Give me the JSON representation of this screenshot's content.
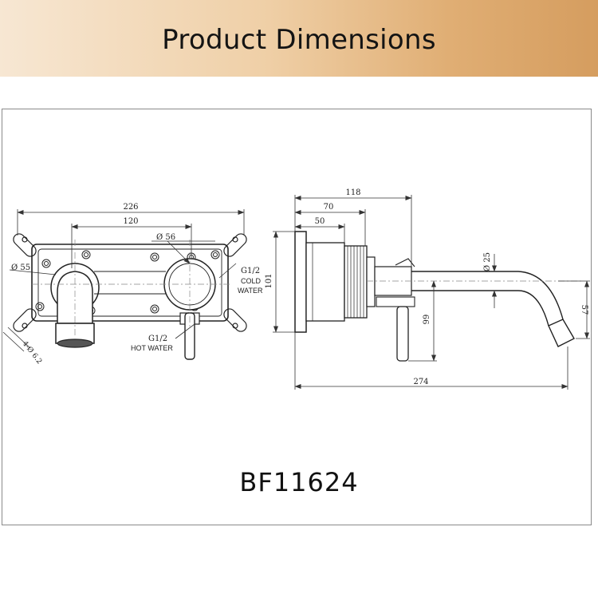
{
  "header": {
    "title": "Product Dimensions"
  },
  "front_view": {
    "dim_overall_width": "226",
    "dim_hole_spacing": "120",
    "dim_outlet_diameter": "Ø 56",
    "dim_spout_diameter": "Ø 55",
    "dim_hole": "4-Ø 6.2",
    "cold_thread": "G1/2",
    "cold_label_line1": "COLD",
    "cold_label_line2": "WATER",
    "hot_thread": "G1/2",
    "hot_label": "HOT WATER"
  },
  "side_view": {
    "dim_total_depth": "118",
    "dim_body_depth": "70",
    "dim_plate_depth": "50",
    "dim_height": "101",
    "dim_spout_diameter": "Ø 25",
    "dim_handle_drop": "99",
    "dim_spout_length": "274",
    "dim_outlet_height": "57"
  },
  "product": {
    "model": "BF11624"
  }
}
